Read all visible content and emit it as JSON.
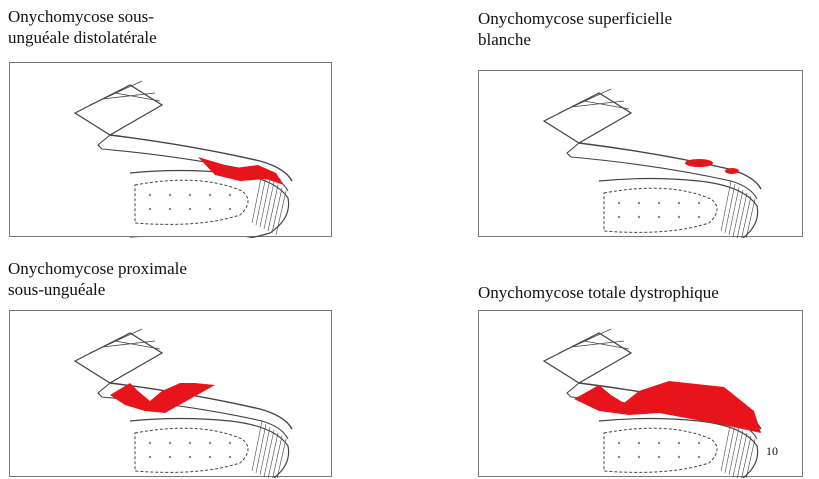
{
  "panels": [
    {
      "caption": "Onychomycose sous-\nunguéale distolatérale",
      "pattern": "distolateral",
      "lesion_color": "#e8141c"
    },
    {
      "caption": "Onychomycose superficielle\nblanche",
      "pattern": "superficial-white",
      "lesion_color": "#e8141c"
    },
    {
      "caption": "Onychomycose proximale\nsous-unguéale",
      "pattern": "proximal-subungual",
      "lesion_color": "#e8141c"
    },
    {
      "caption": "Onychomycose totale dystrophique",
      "pattern": "total-dystrophic",
      "lesion_color": "#e8141c"
    }
  ],
  "page_number": "10"
}
